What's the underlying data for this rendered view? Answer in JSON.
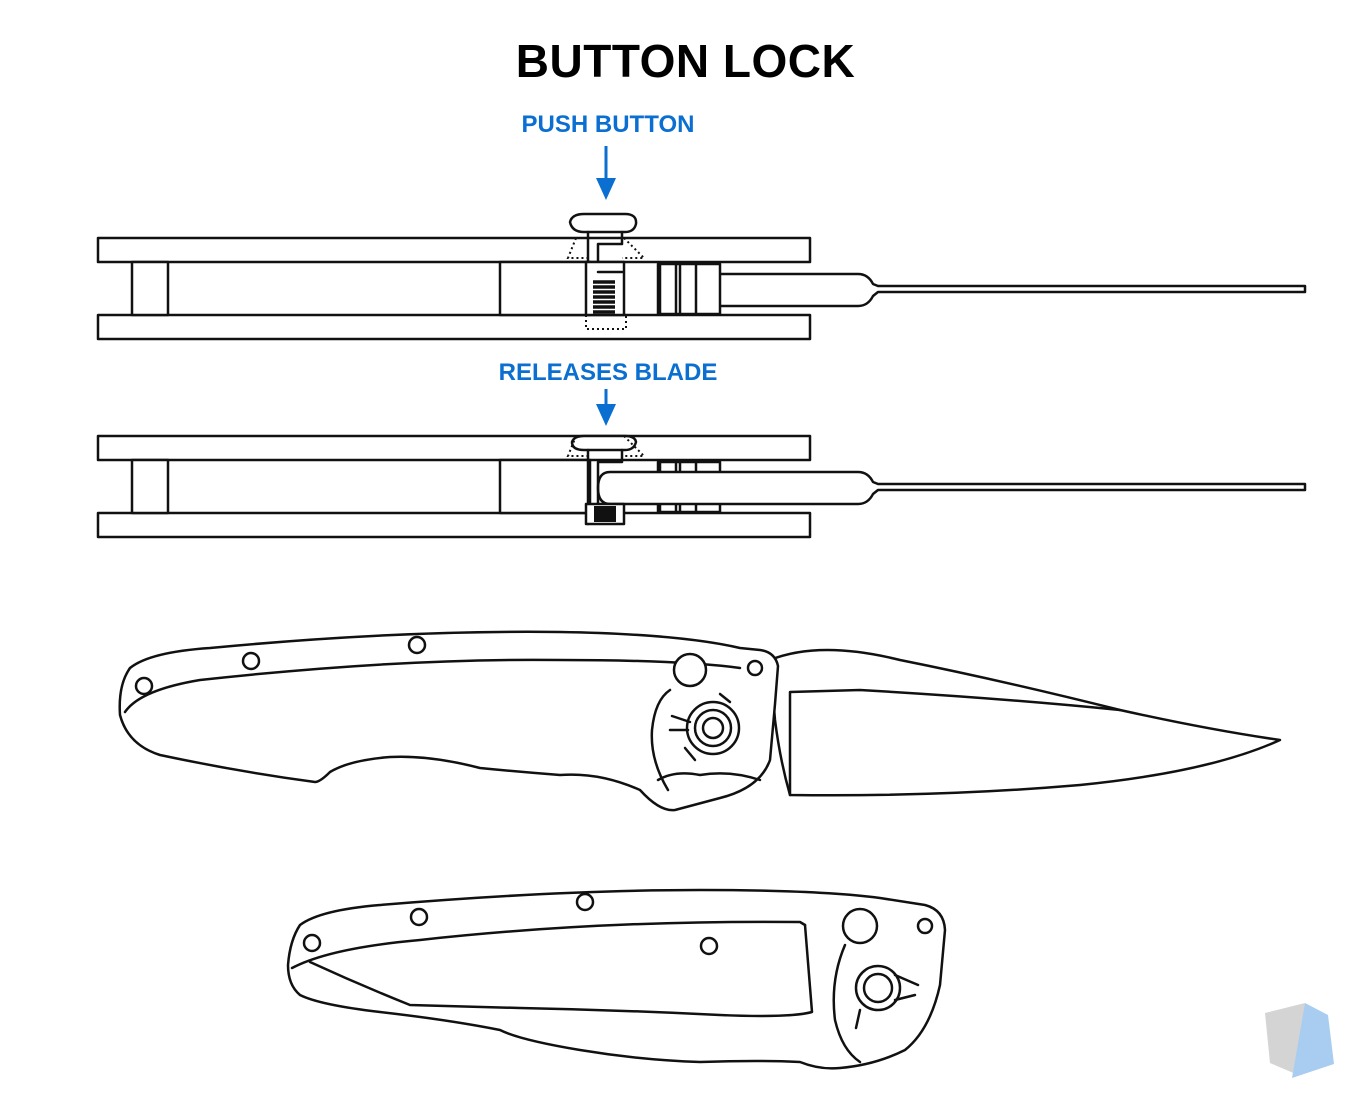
{
  "title": "BUTTON LOCK",
  "labels": {
    "push_button": "PUSH BUTTON",
    "releases_blade": "RELEASES BLADE"
  },
  "colors": {
    "accent": "#0a6fd1",
    "line": "#111111",
    "background": "#ffffff",
    "watermark_grey": "#d4d4d4",
    "watermark_blue": "#a9cdf0"
  },
  "icons": {
    "arrow": "down-arrow-icon",
    "watermark": "brand-logo-icon"
  }
}
